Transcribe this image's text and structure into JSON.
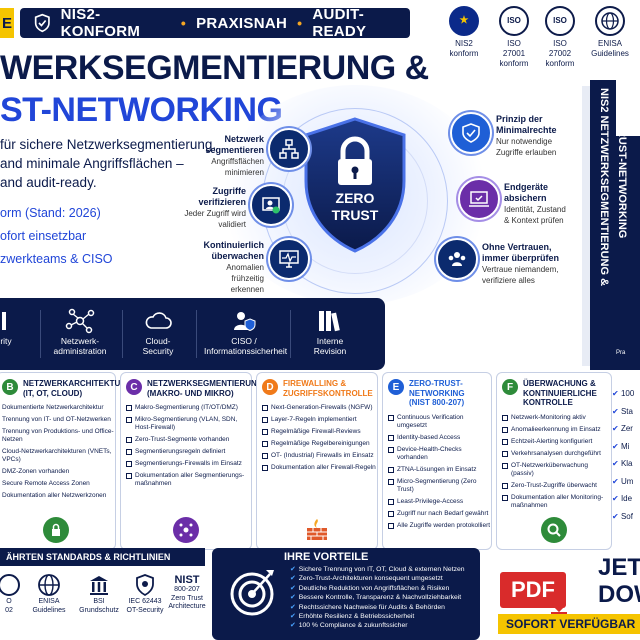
{
  "banner": {
    "left_tab": "E",
    "items": [
      "NIS2-KONFORM",
      "PRAXISNAH",
      "AUDIT-READY"
    ],
    "separator": "•"
  },
  "badges": [
    {
      "icon": "eu-stars-icon",
      "line1": "NIS2",
      "line2": "konform"
    },
    {
      "icon": "iso-icon",
      "circle": "ISO",
      "line1": "ISO",
      "line2": "27001",
      "line3": "konform"
    },
    {
      "icon": "iso-icon",
      "circle": "ISO",
      "line1": "ISO",
      "line2": "27002",
      "line3": "konform"
    },
    {
      "icon": "globe-icon",
      "line1": "ENISA",
      "line2": "Guidelines"
    }
  ],
  "title": {
    "line1": "WERKSEGMENTIERUNG &",
    "line2": "ST-NETWORKING"
  },
  "subtitle": {
    "line1": "für sichere Netzwerksegmentierung,",
    "line2": "and minimale Angriffsflächen –",
    "line3": "and audit-ready."
  },
  "bullets": [
    "orm (Stand: 2026)",
    "ofort einsetzbar",
    "zwerkteams & CISO"
  ],
  "center": {
    "shield_line1": "ZERO",
    "shield_line2": "TRUST"
  },
  "features_left": [
    {
      "icon": "network-icon",
      "title1": "Netzwerk",
      "title2": "segmentieren",
      "desc1": "Angriffsflächen",
      "desc2": "minimieren"
    },
    {
      "icon": "verify-user-icon",
      "title1": "Zugriffe",
      "title2": "verifizieren",
      "desc1": "Jeder Zugriff wird",
      "desc2": "validiert"
    },
    {
      "icon": "monitor-icon",
      "title1": "Kontinuierlich",
      "title2": "überwachen",
      "desc1": "Anomalien frühzeitig",
      "desc2": "erkennen"
    }
  ],
  "features_right": [
    {
      "icon": "shield-check-icon",
      "title1": "Prinzip der",
      "title2": "Minimalrechte",
      "desc1": "Nur notwendige",
      "desc2": "Zugriffe erlauben"
    },
    {
      "icon": "device-icon",
      "title1": "Endgeräte",
      "title2": "absichern",
      "desc1": "Identität, Zustand",
      "desc2": "& Kontext prüfen"
    },
    {
      "icon": "users-icon",
      "title1": "Ohne Vertrauen,",
      "title2": "immer überprüfen",
      "desc1": "Vertraue niemandem,",
      "desc2": "verifiziere alles"
    }
  ],
  "product_box": {
    "spine1": "NIS2 NETZWERKSEGMENTIERUNG &",
    "spine2": "ZERO-TRUST-NETWORKING",
    "corner": "Pra"
  },
  "strip": [
    {
      "icon": "security-icon",
      "label1": "rity",
      "label2": ""
    },
    {
      "icon": "network-nodes-icon",
      "label1": "Netzwerk-",
      "label2": "administration"
    },
    {
      "icon": "cloud-icon",
      "label1": "Cloud-",
      "label2": "Security"
    },
    {
      "icon": "ciso-icon",
      "label1": "CISO /",
      "label2": "Informationssicherheit"
    },
    {
      "icon": "books-icon",
      "label1": "Interne",
      "label2": "Revision"
    }
  ],
  "cards": [
    {
      "letter": "B",
      "color": "#2e8b3a",
      "title1": "NETZWERKARCHITEKTUR",
      "title2": "(IT, OT, CLOUD)",
      "title_color": "#0b1a4a",
      "items": [
        "Dokumentierte Netzwerkarchitektur",
        "Trennung von IT- und OT-Netzwerken",
        "Trennung von Produktions- und Office-Netzen",
        "Cloud-Netzwerkarchitekturen (VNETs, VPCs)",
        "DMZ-Zonen vorhanden",
        "Secure Remote Access Zonen",
        "Dokumentation aller Netzwerkzonen"
      ],
      "icon": "lock-network-icon",
      "icon_bg": "#2e8b3a"
    },
    {
      "letter": "C",
      "color": "#6b2ea8",
      "title1": "NETZWERKSEGMENTIERUNG",
      "title2": "(MAKRO- UND MIKRO)",
      "title_color": "#0b1a4a",
      "items": [
        "Makro-Segmentierung (IT/OT/DMZ)",
        "Mikro-Segmentierung (VLAN, SDN, Host-Firewall)",
        "Zero-Trust-Segmente vorhanden",
        "Segmentierungsregeln definiert",
        "Segmentierungs-Firewalls im Einsatz",
        "Dokumentation aller Segmentierungs-maßnahmen"
      ],
      "icon": "segment-icon",
      "icon_bg": "#6b2ea8"
    },
    {
      "letter": "D",
      "color": "#f07a1a",
      "title1": "FIREWALLING &",
      "title2": "ZUGRIFFSKONTROLLE",
      "title_color": "#f07a1a",
      "items": [
        "Next-Generation-Firewalls (NGFW)",
        "Layer-7-Regeln implementiert",
        "Regelmäßige Firewall-Reviews",
        "Regelmäßige Regelbereinigungen",
        "OT- (Industrial) Firewalls im Einsatz",
        "Dokumentation aller Firewall-Regeln"
      ],
      "icon": "firewall-icon",
      "icon_bg": "#ffffff"
    },
    {
      "letter": "E",
      "color": "#1f5fd6",
      "title1": "ZERO-TRUST-NETWORKING",
      "title2": "(NIST 800-207)",
      "title_color": "#1f5fd6",
      "items": [
        "Continuous Verification umgesetzt",
        "Identity-based Access",
        "Device-Health-Checks vorhanden",
        "ZTNA-Lösungen im Einsatz",
        "Micro-Segmentierung (Zero Trust)",
        "Least-Privilege-Access",
        "Zugriff nur nach Bedarf gewährt",
        "Alle Zugriffe werden protokolliert"
      ],
      "icon": "",
      "icon_bg": "#ffffff"
    },
    {
      "letter": "F",
      "color": "#2e8b3a",
      "title1": "ÜBERWACHUNG &",
      "title2": "KONTINUIERLICHE KONTROLLE",
      "title_color": "#0b1a4a",
      "items": [
        "Netzwerk-Monitoring aktiv",
        "Anomalieerkennung im Einsatz",
        "Echtzeit-Alerting konfiguriert",
        "Verkehrsanalysen durchgeführt",
        "OT-Netzwerküberwachung (passiv)",
        "Zero-Trust-Zugriffe überwacht",
        "Dokumentation aller Monitoring-maßnahmen"
      ],
      "icon": "search-icon",
      "icon_bg": "#2e8b3a"
    }
  ],
  "right_list": [
    "100",
    "Sta",
    "Zer",
    "Mi",
    "Kla",
    "Um",
    "Ide",
    "Sof"
  ],
  "standards": {
    "heading": "ÄHRTEN STANDARDS & RICHTLINIEN",
    "items": [
      {
        "icon": "iso-icon",
        "label1": "O",
        "label2": "02"
      },
      {
        "icon": "globe-icon",
        "label1": "ENISA",
        "label2": "Guidelines"
      },
      {
        "icon": "bsi-icon",
        "label1": "BSI",
        "label2": "Grundschutz"
      },
      {
        "icon": "iec-icon",
        "label1": "IEC 62443",
        "label2": "OT-Security"
      },
      {
        "icon": "nist-icon",
        "label0": "NIST",
        "label1": "800-207",
        "label2": "Zero Trust",
        "label3": "Architecture"
      }
    ]
  },
  "advantages": {
    "title": "IHRE VORTEILE",
    "items": [
      "Sichere Trennung von IT, OT, Cloud & externen Netzen",
      "Zero-Trust-Architekturen konsequent umgesetzt",
      "Deutliche Reduktion von Angriffsflächen & Risiken",
      "Bessere Kontrolle, Transparenz & Nachvollziehbarkeit",
      "Rechtssichere Nachweise für Audits & Behörden",
      "Erhöhte Resilienz & Betriebssicherheit",
      "100 % Compliance & zukunftssicher"
    ]
  },
  "cta": {
    "pdf": "PDF",
    "jet": "JET",
    "dow": "DOW",
    "sofort": "SOFORT VERFÜGBAR"
  }
}
